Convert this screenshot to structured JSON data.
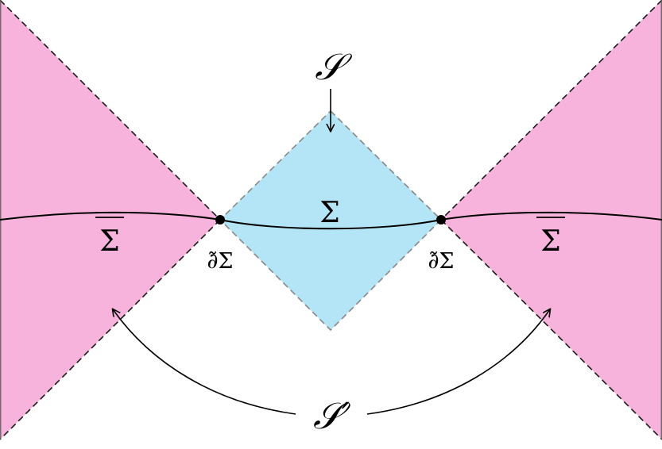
{
  "labels": {
    "diamond_region": "𝒮",
    "surface_center": "Σ",
    "surface_left": "Σ",
    "surface_right": "Σ",
    "boundary_left": "∂̃Σ",
    "boundary_right": "∂̃Σ",
    "complement_region": "𝒮′"
  },
  "colors": {
    "diamond_fill": "#b3e5f7",
    "wedge_fill": "#f7b3dc",
    "diamond_edge": "#888888",
    "wedge_edge": "#1a1a1a",
    "curve": "#000000"
  }
}
